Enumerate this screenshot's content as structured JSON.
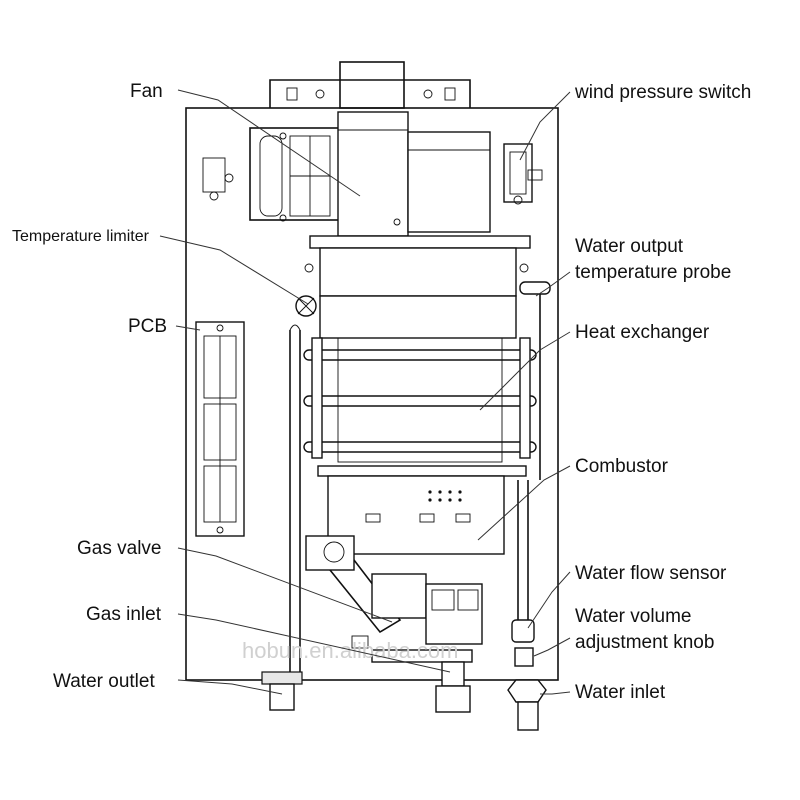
{
  "labels": {
    "fan": "Fan",
    "wind_pressure_switch": "wind pressure switch",
    "temperature_limiter": "Temperature limiter",
    "water_output_line1": "Water output",
    "water_output_line2": "temperature probe",
    "pcb": "PCB",
    "heat_exchanger": "Heat exchanger",
    "combustor": "Combustor",
    "gas_valve": "Gas valve",
    "water_flow_sensor": "Water flow sensor",
    "gas_inlet": "Gas inlet",
    "water_volume_line1": "Water volume",
    "water_volume_line2": "adjustment knob",
    "water_outlet": "Water outlet",
    "water_inlet": "Water inlet"
  },
  "watermark": "hobun.en.alibaba.com"
}
